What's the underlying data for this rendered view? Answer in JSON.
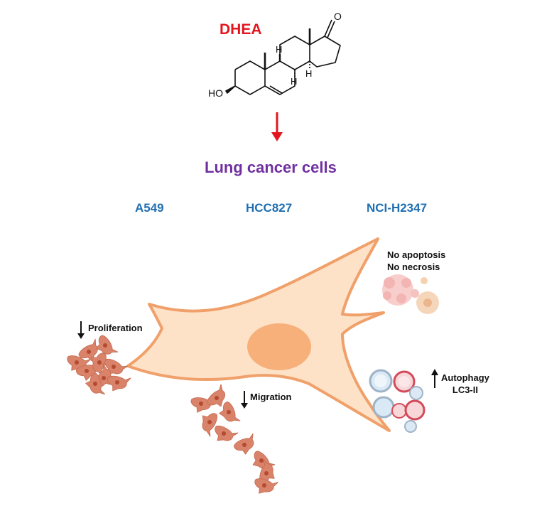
{
  "compound": {
    "name": "DHEA",
    "atom_labels": {
      "oxygen": "O",
      "hydroxyl": "HO",
      "hydrogen_1": "H",
      "hydrogen_2": "H",
      "hydrogen_3": "H"
    }
  },
  "target": "Lung cancer cells",
  "cell_lines": [
    "A549",
    "HCC827",
    "NCI-H2347"
  ],
  "effects": {
    "proliferation": "Proliferation",
    "migration": "Migration",
    "apoptosis": "No apoptosis",
    "necrosis": "No necrosis",
    "autophagy": "Autophagy",
    "marker": "LC3-II"
  },
  "colors": {
    "compound_label": "#e3161f",
    "arrow": "#e3161f",
    "target_label": "#7030a0",
    "cell_lines": "#1f6fb2",
    "cell_fill": "#fde2c8",
    "cell_outline": "#f0a06a",
    "nucleus": "#f7b07a",
    "small_cells": "#d7825e"
  },
  "icons": {
    "down_arrow": "down-arrow-icon",
    "up_arrow": "up-arrow-icon"
  }
}
